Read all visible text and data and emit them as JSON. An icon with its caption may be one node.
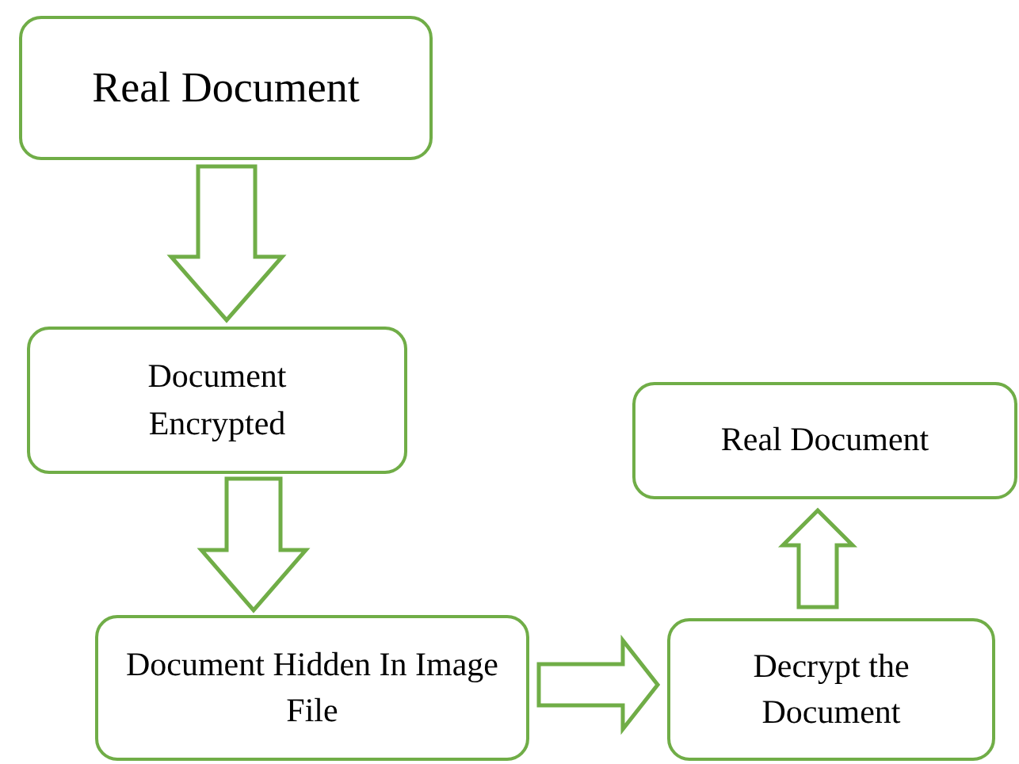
{
  "diagram": {
    "nodes": [
      {
        "text": [
          "Real Document"
        ]
      },
      {
        "text": [
          "Document Encrypted"
        ]
      },
      {
        "text": [
          "Document Hidden In Image File"
        ]
      },
      {
        "text": [
          "Decrypt the Document"
        ]
      },
      {
        "text": [
          "Real Document"
        ]
      }
    ],
    "edges": [
      {
        "from": 0,
        "to": 1,
        "arrow": "to"
      },
      {
        "from": 1,
        "to": 2,
        "arrow": "to"
      },
      {
        "from": 2,
        "to": 3,
        "arrow": "to"
      },
      {
        "from": 3,
        "to": 4,
        "arrow": "to"
      }
    ]
  }
}
